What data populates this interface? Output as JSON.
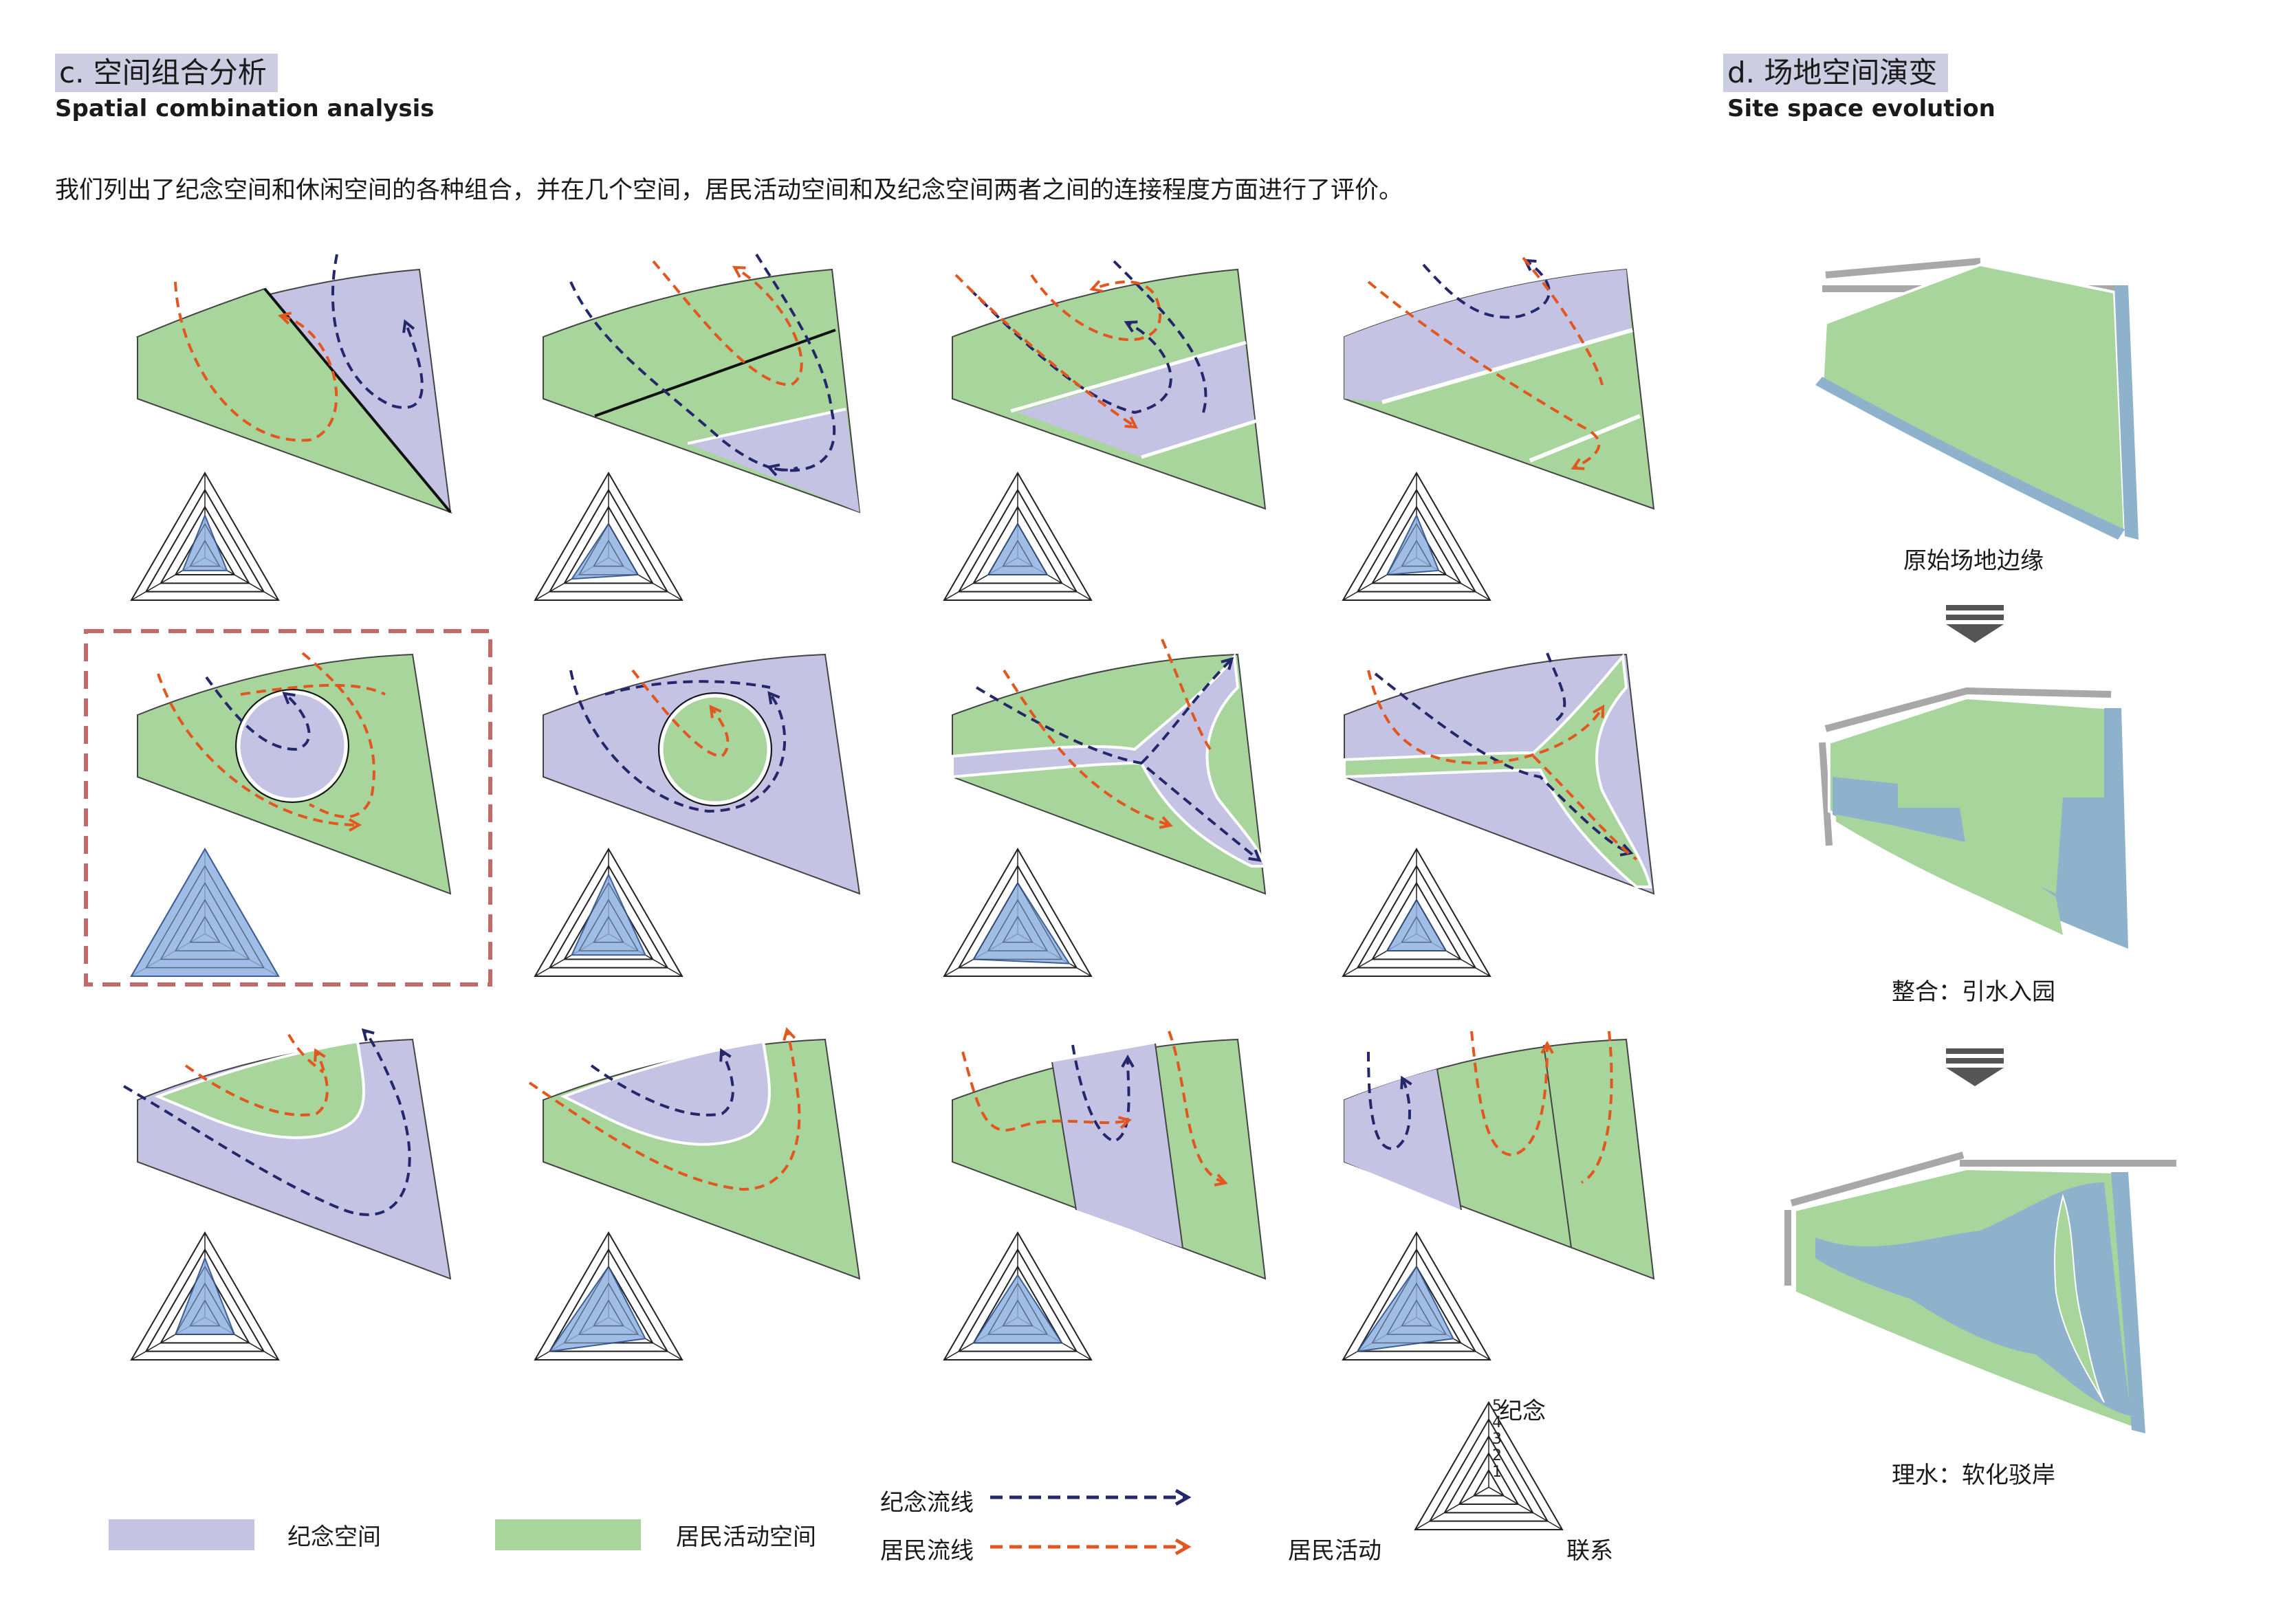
{
  "sections": {
    "c": {
      "title": "c. 空间组合分析",
      "subtitle": "Spatial combination analysis"
    },
    "d": {
      "title": "d. 场地空间演变",
      "subtitle": "Site space evolution"
    }
  },
  "intro_text": "我们列出了纪念空间和休闲空间的各种组合，并在几个空间，居民活动空间和及纪念空间两者之间的连接程度方面进行了评价。",
  "evolution_stages": [
    {
      "label": "原始场地边缘"
    },
    {
      "label": "整合：引水入园"
    },
    {
      "label": "理水：软化驳岸"
    }
  ],
  "legend": {
    "memorial_space": "纪念空间",
    "resident_space": "居民活动空间",
    "memorial_flow": "纪念流线",
    "resident_flow": "居民流线",
    "radar_axes": {
      "top": "纪念",
      "left": "居民活动",
      "right": "联系"
    },
    "radar_levels": [
      "5",
      "4",
      "3",
      "2",
      "1"
    ]
  },
  "colors": {
    "memorial_space": "#c5c3e3",
    "resident_space": "#a8d59b",
    "memorial_flow": "#24286b",
    "resident_flow": "#e2561f",
    "radar_fill": "#8fb2e0",
    "water": "#8eb2cc",
    "highlight_frame": "#c06a6a",
    "heading_bg": "#cdcde2"
  },
  "radar_scores": [
    {
      "memorial": 2.5,
      "resident": 1.5,
      "connection": 1.5
    },
    {
      "memorial": 2,
      "resident": 2.5,
      "connection": 2
    },
    {
      "memorial": 2,
      "resident": 2,
      "connection": 2
    },
    {
      "memorial": 2.5,
      "resident": 2,
      "connection": 1.5
    },
    {
      "memorial": 5,
      "resident": 5,
      "connection": 5
    },
    {
      "memorial": 3.5,
      "resident": 2.5,
      "connection": 2.5
    },
    {
      "memorial": 3,
      "resident": 3,
      "connection": 3.5
    },
    {
      "memorial": 2,
      "resident": 2,
      "connection": 2
    },
    {
      "memorial": 3.5,
      "resident": 2,
      "connection": 2
    },
    {
      "memorial": 3,
      "resident": 4,
      "connection": 2.5
    },
    {
      "memorial": 2.5,
      "resident": 3,
      "connection": 3
    },
    {
      "memorial": 3,
      "resident": 4,
      "connection": 2.5
    }
  ],
  "highlighted_option": 5
}
